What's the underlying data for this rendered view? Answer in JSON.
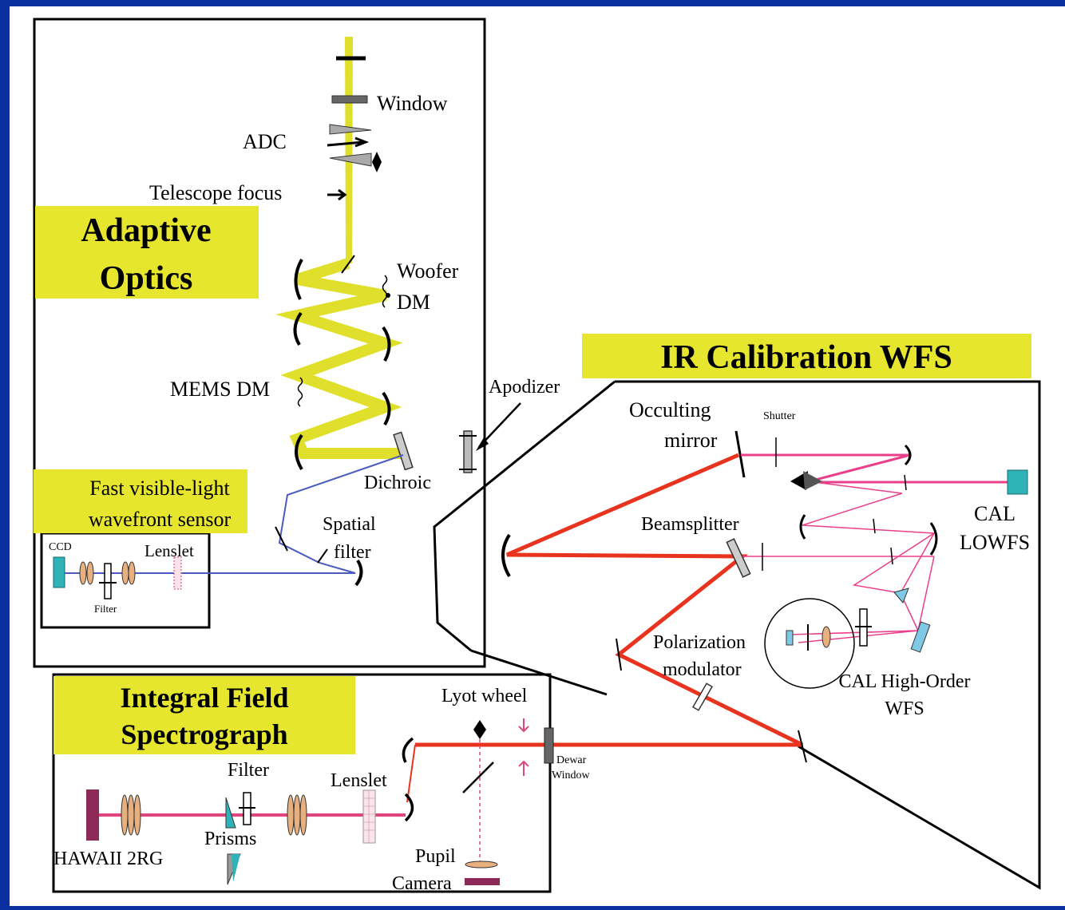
{
  "colors": {
    "frame": "#0a2f9e",
    "background": "#ffffff",
    "highlight": "#e6e62e",
    "yellow_beam": "#e0e02c",
    "red_beam": "#e8331f",
    "pink_beam": "#ea3f8b",
    "blue_beam": "#4a5bbf",
    "teal": "#2fb3b8",
    "maroon": "#8e2a57",
    "lens": "#e7b07e",
    "black": "#000000"
  },
  "sections": {
    "adaptive_optics": {
      "line1": "Adaptive",
      "line2": "Optics"
    },
    "ir_calibration": {
      "title": "IR Calibration WFS"
    },
    "fast_visible": {
      "line1": "Fast visible-light",
      "line2": "wavefront sensor"
    },
    "ifs": {
      "line1": "Integral Field",
      "line2": "Spectrograph"
    }
  },
  "labels": {
    "window": "Window",
    "adc": "ADC",
    "telescope_focus": "Telescope focus",
    "woofer_dm_1": "Woofer",
    "woofer_dm_2": "DM",
    "mems_dm": "MEMS DM",
    "apodizer": "Apodizer",
    "dichroic": "Dichroic",
    "spatial_filter_1": "Spatial",
    "spatial_filter_2": "filter",
    "ccd": "CCD",
    "lenslet_wfs": "Lenslet",
    "filter_wfs": "Filter",
    "occulting_mirror_1": "Occulting",
    "occulting_mirror_2": "mirror",
    "shutter": "Shutter",
    "cal_lowfs_1": "CAL",
    "cal_lowfs_2": "LOWFS",
    "beamsplitter": "Beamsplitter",
    "polarization_1": "Polarization",
    "polarization_2": "modulator",
    "cal_ho_1": "CAL High-Order",
    "cal_ho_2": "WFS",
    "lyot_wheel": "Lyot wheel",
    "dewar_window_1": "Dewar",
    "dewar_window_2": "Window",
    "filter_ifs": "Filter",
    "lenslet_ifs": "Lenslet",
    "prisms": "Prisms",
    "hawaii": "HAWAII 2RG",
    "pupil_camera_1": "Pupil",
    "pupil_camera_2": "Camera"
  }
}
